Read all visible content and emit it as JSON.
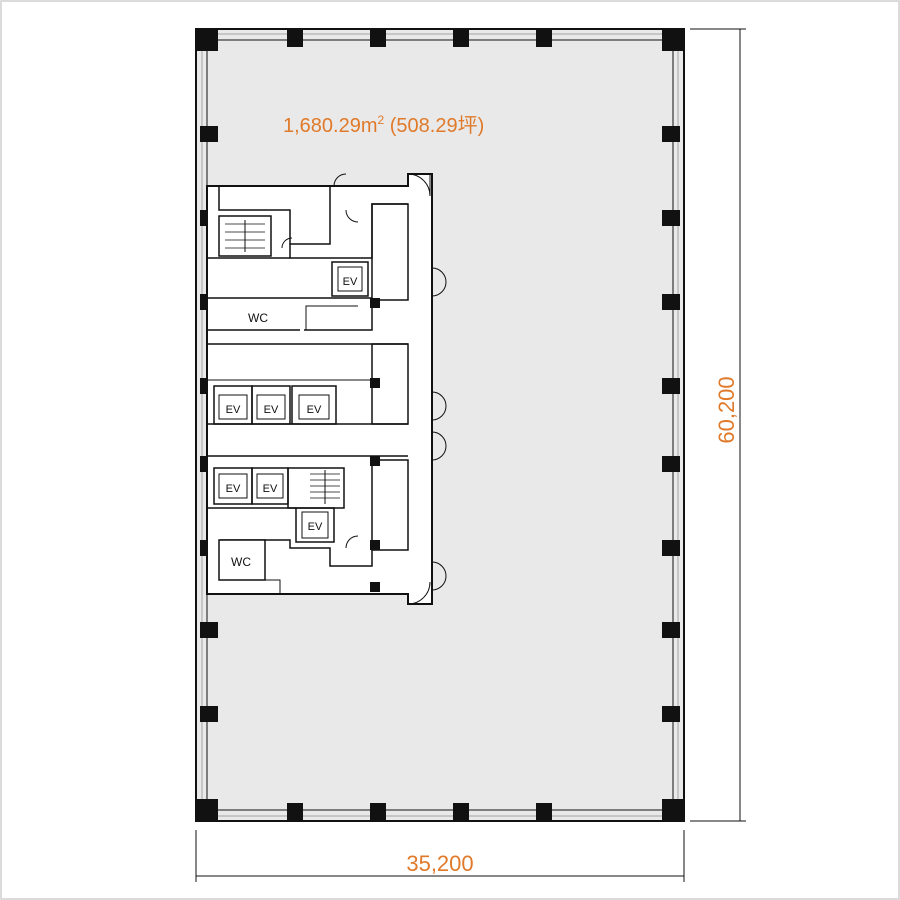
{
  "plan": {
    "area_label": "1,680.29m",
    "area_superscript": "2",
    "area_tsubo": " (508.29坪)",
    "width_dim": "35,200",
    "height_dim": "60,200"
  },
  "rooms": {
    "wc_upper": "WC",
    "wc_lower": "WC",
    "ev_upper": "EV",
    "ev_mid_1": "EV",
    "ev_mid_2": "EV",
    "ev_mid_3": "EV",
    "ev_low_1": "EV",
    "ev_low_2": "EV",
    "ev_low_3": "EV"
  },
  "colors": {
    "accent": "#e07a2a",
    "floor": "#e9e9e9",
    "line": "#111111"
  }
}
